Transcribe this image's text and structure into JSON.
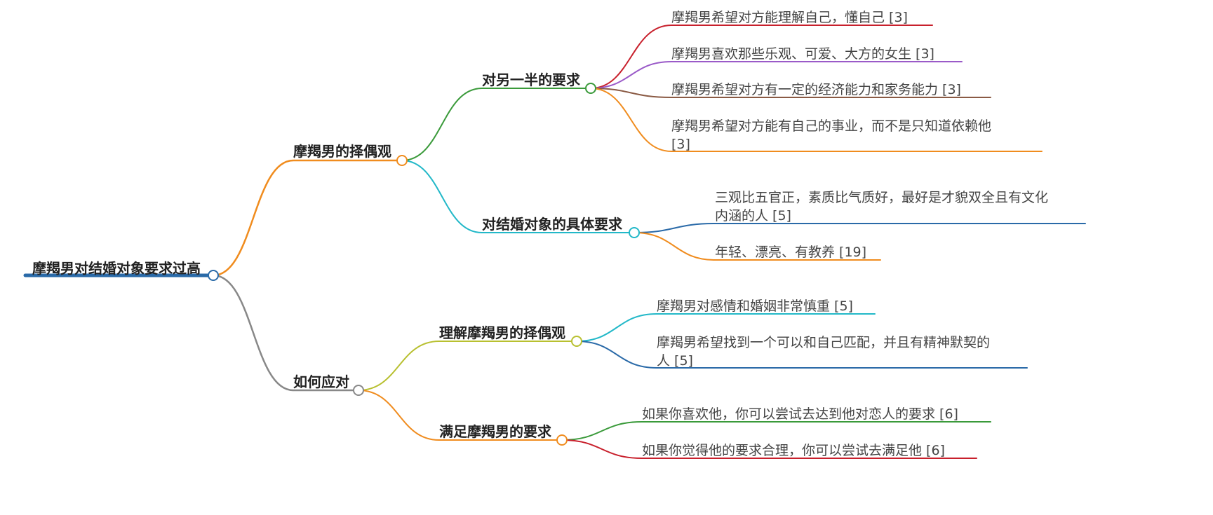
{
  "root": {
    "label": "摩羯男对结婚对象要求过高",
    "color": "#2a6aa8",
    "children": [
      {
        "label": "摩羯男的择偶观",
        "color": "#f08c1e",
        "children": [
          {
            "label": "对另一半的要求",
            "color": "#3a9a3a",
            "children": [
              {
                "lines": [
                  "摩羯男希望对方能理解自己，懂自己 [3]"
                ],
                "color": "#c8202c"
              },
              {
                "lines": [
                  "摩羯男喜欢那些乐观、可爱、大方的女生 [3]"
                ],
                "color": "#9a5ac8"
              },
              {
                "lines": [
                  "摩羯男希望对方有一定的经济能力和家务能力 [3]"
                ],
                "color": "#8a5a44"
              },
              {
                "lines": [
                  "摩羯男希望对方能有自己的事业，而不是只知道依赖他",
                  "[3]"
                ],
                "color": "#f08c1e"
              }
            ]
          },
          {
            "label": "对结婚对象的具体要求",
            "color": "#22b8c8",
            "children": [
              {
                "lines": [
                  "三观比五官正，素质比气质好，最好是才貌双全且有文化",
                  "内涵的人 [5]"
                ],
                "color": "#2a6aa8"
              },
              {
                "lines": [
                  "年轻、漂亮、有教养 [19]"
                ],
                "color": "#f08c1e"
              }
            ]
          }
        ]
      },
      {
        "label": "如何应对",
        "color": "#888888",
        "children": [
          {
            "label": "理解摩羯男的择偶观",
            "color": "#b8c030",
            "children": [
              {
                "lines": [
                  "摩羯男对感情和婚姻非常慎重 [5]"
                ],
                "color": "#22b8c8"
              },
              {
                "lines": [
                  "摩羯男希望找到一个可以和自己匹配，并且有精神默契的",
                  "人 [5]"
                ],
                "color": "#2a6aa8"
              }
            ]
          },
          {
            "label": "满足摩羯男的要求",
            "color": "#f08c1e",
            "children": [
              {
                "lines": [
                  "如果你喜欢他，你可以尝试去达到他对恋人的要求 [6]"
                ],
                "color": "#3a9a3a"
              },
              {
                "lines": [
                  "如果你觉得他的要求合理，你可以尝试去满足他 [6]"
                ],
                "color": "#c8202c"
              }
            ]
          }
        ]
      }
    ]
  }
}
